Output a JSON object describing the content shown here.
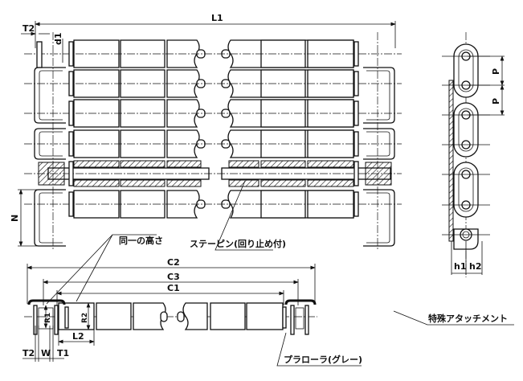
{
  "dimensions": {
    "L1": "L1",
    "T2": "T2",
    "d1": "d1",
    "N": "N",
    "P": "P",
    "h1": "h1",
    "h2": "h2",
    "C1": "C1",
    "C2": "C2",
    "C3": "C3",
    "R1": "R1",
    "R2": "R2",
    "L2": "L2",
    "W": "W",
    "T1": "T1"
  },
  "annotations": {
    "same_height": "同一の高さ",
    "stay_pin": "ステーピン(回り止め付)",
    "special_attachment": "特殊アタッチメント",
    "plastic_roller": "プラローラ(グレー)"
  }
}
